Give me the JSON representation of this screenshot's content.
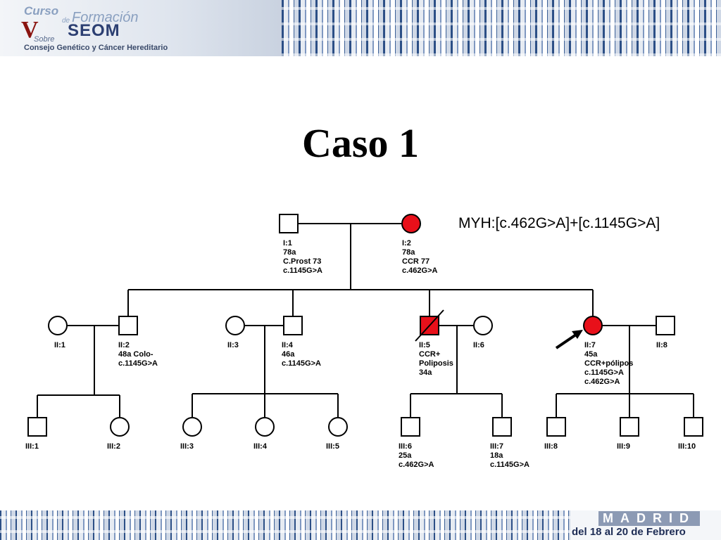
{
  "header": {
    "logo_curso": "Curso",
    "logo_de": "de",
    "logo_formacion": "Formación",
    "logo_v": "V",
    "logo_seom": "SEOM",
    "logo_sobre": "Sobre",
    "logo_consejo": "Consejo Genético y Cáncer Hereditario"
  },
  "title": "Caso 1",
  "mutation_label": "MYH:[c.462G>A]+[c.1145G>A]",
  "colors": {
    "affected": "#e8101a",
    "line": "#000000"
  },
  "individuals": [
    {
      "id": "I:1",
      "sex": "male",
      "affected": false,
      "lines": [
        "I:1",
        "78a",
        "C.Prost 73",
        "c.1145G>A"
      ]
    },
    {
      "id": "I:2",
      "sex": "female",
      "affected": true,
      "lines": [
        "I:2",
        "78a",
        "CCR 77",
        "c.462G>A"
      ]
    },
    {
      "id": "II:1",
      "sex": "female",
      "affected": false,
      "lines": [
        "II:1"
      ]
    },
    {
      "id": "II:2",
      "sex": "male",
      "affected": false,
      "lines": [
        "II:2",
        "48a Colo-",
        "c.1145G>A"
      ]
    },
    {
      "id": "II:3",
      "sex": "female",
      "affected": false,
      "lines": [
        "II:3"
      ]
    },
    {
      "id": "II:4",
      "sex": "male",
      "affected": false,
      "lines": [
        "II:4",
        "46a",
        "c.1145G>A"
      ]
    },
    {
      "id": "II:5",
      "sex": "male",
      "affected": true,
      "deceased": true,
      "lines": [
        "II:5",
        "CCR+",
        "Poliposis",
        "34a"
      ]
    },
    {
      "id": "II:6",
      "sex": "female",
      "affected": false,
      "lines": [
        "II:6"
      ]
    },
    {
      "id": "II:7",
      "sex": "female",
      "affected": true,
      "proband": true,
      "lines": [
        "II:7",
        "45a",
        "CCR+pólipos",
        "c.1145G>A",
        "c.462G>A"
      ]
    },
    {
      "id": "II:8",
      "sex": "male",
      "affected": false,
      "lines": [
        "II:8"
      ]
    },
    {
      "id": "III:1",
      "sex": "male",
      "affected": false,
      "lines": [
        "III:1"
      ]
    },
    {
      "id": "III:2",
      "sex": "female",
      "affected": false,
      "lines": [
        "III:2"
      ]
    },
    {
      "id": "III:3",
      "sex": "female",
      "affected": false,
      "lines": [
        "III:3"
      ]
    },
    {
      "id": "III:4",
      "sex": "female",
      "affected": false,
      "lines": [
        "III:4"
      ]
    },
    {
      "id": "III:5",
      "sex": "female",
      "affected": false,
      "lines": [
        "III:5"
      ]
    },
    {
      "id": "III:6",
      "sex": "male",
      "affected": false,
      "lines": [
        "III:6",
        "25a",
        "c.462G>A"
      ]
    },
    {
      "id": "III:7",
      "sex": "male",
      "affected": false,
      "lines": [
        "III:7",
        "18a",
        "c.1145G>A"
      ]
    },
    {
      "id": "III:8",
      "sex": "male",
      "affected": false,
      "lines": [
        "III:8"
      ]
    },
    {
      "id": "III:9",
      "sex": "male",
      "affected": false,
      "lines": [
        "III:9"
      ]
    },
    {
      "id": "III:10",
      "sex": "male",
      "affected": false,
      "lines": [
        "III:10"
      ]
    }
  ],
  "footer": {
    "city": "MADRID",
    "dates": "del 18 al 20 de Febrero"
  }
}
